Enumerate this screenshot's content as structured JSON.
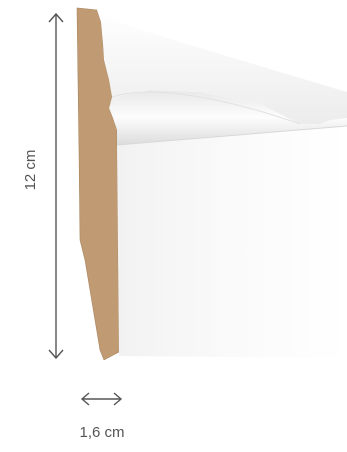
{
  "dimensions": {
    "height_label": "12 cm",
    "width_label": "1,6 cm"
  },
  "colors": {
    "face": "#ffffff",
    "mdf_core": "#bf9a72",
    "arrow": "#555555"
  },
  "icons": {
    "height_arrow": "double-headed-vertical-arrow",
    "width_arrow": "double-headed-horizontal-arrow"
  }
}
